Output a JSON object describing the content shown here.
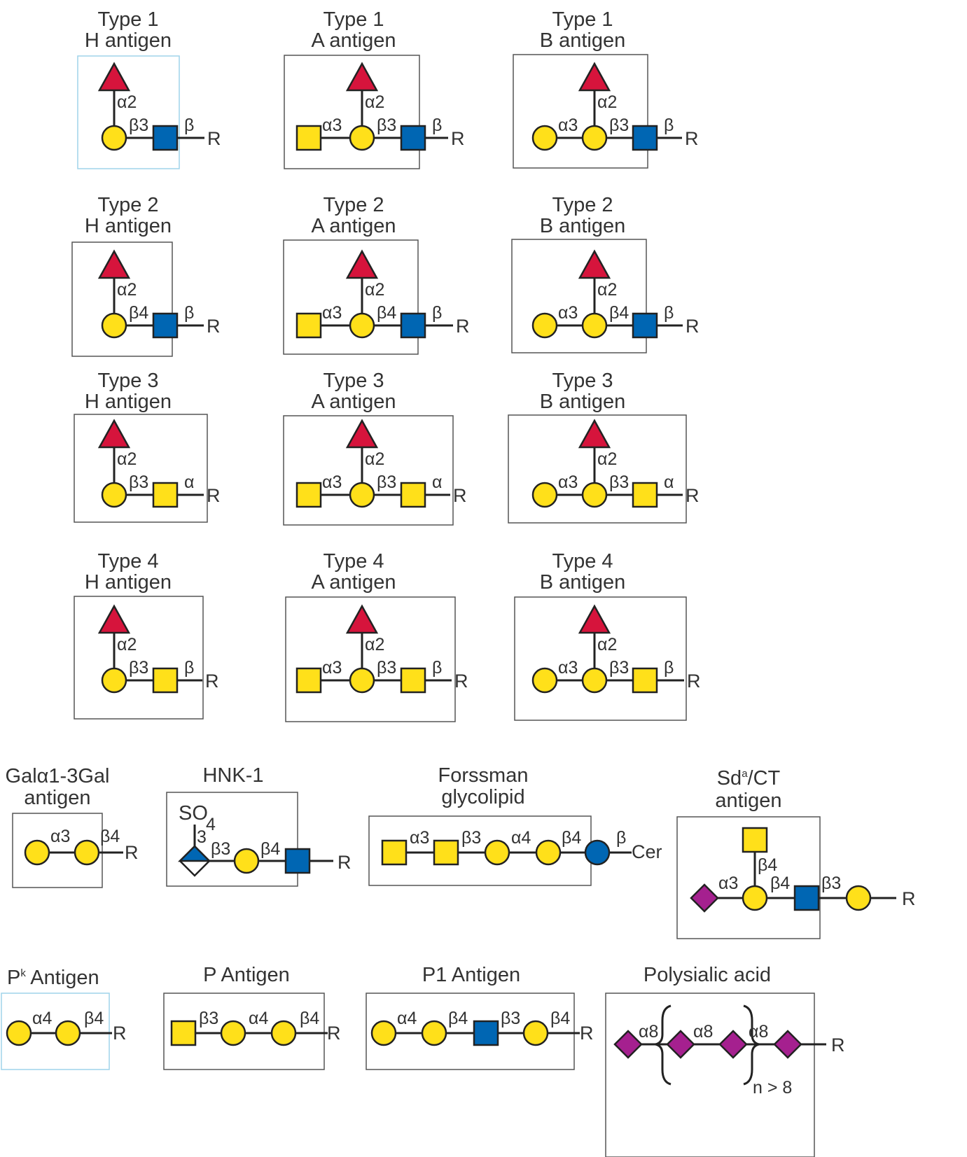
{
  "colors": {
    "galactose": "#ffe01a",
    "galnac": "#ffe01a",
    "glcnac": "#0066b3",
    "fucose": "#d6143c",
    "sialic_acid": "#a5208f",
    "glucose": "#0066b3",
    "stroke": "#222222",
    "box": "#555555",
    "box_highlight": "#9fd4ea"
  },
  "symbols": {
    "yellow_circle": "galactose",
    "yellow_square": "galnac",
    "blue_square": "glcnac",
    "red_triangle": "fucose",
    "purple_diamond": "sialic_acid",
    "blue_circle": "glucose",
    "split_diamond": "glcA"
  },
  "row_titles": {
    "type1": [
      "Type 1",
      "Type 1",
      "Type 1"
    ],
    "type2": [
      "Type 2",
      "Type 2",
      "Type 2"
    ],
    "type3": [
      "Type 3",
      "Type 3",
      "Type 3"
    ],
    "type4": [
      "Type 4",
      "Type 4",
      "Type 4"
    ]
  },
  "antigen_names": {
    "h": "H antigen",
    "a": "A  antigen",
    "b": "B antigen"
  },
  "chain_links": {
    "type1": {
      "fuc": "α2",
      "core": "β3",
      "reducing": "β"
    },
    "type2": {
      "fuc": "α2",
      "core": "β4",
      "reducing": "β"
    },
    "type3": {
      "fuc": "α2",
      "core": "β3",
      "reducing": "α"
    },
    "type4": {
      "fuc": "α2",
      "core": "β3",
      "reducing": "β"
    }
  },
  "ab_link": "α3",
  "terminal_r": "R",
  "others": {
    "galgal": {
      "title1": "Galα1-3Gal",
      "title2": "antigen",
      "links": [
        "α3",
        "β4"
      ],
      "terminal": "R"
    },
    "hnk1": {
      "title": "HNK-1",
      "so4": "SO",
      "so4_sub": "4",
      "links": [
        "3",
        "β3",
        "β4"
      ],
      "terminal": "R"
    },
    "forssman": {
      "title1": "Forssman",
      "title2": "glycolipid",
      "links": [
        "α3",
        "β3",
        "α4",
        "β4",
        "β"
      ],
      "terminal": "Cer"
    },
    "sda": {
      "title1_main": "Sd",
      "title1_sup": "a",
      "title1_rest": "/CT",
      "title2": "antigen",
      "links": [
        "β4",
        "α3",
        "β4",
        "β3"
      ],
      "terminal": "R"
    },
    "pk": {
      "title_main": "P",
      "title_sup": "k",
      "title_rest": " Antigen",
      "links": [
        "α4",
        "β4"
      ],
      "terminal": "R"
    },
    "p": {
      "title": "P Antigen",
      "links": [
        "β3",
        "α4",
        "β4"
      ],
      "terminal": "R"
    },
    "p1": {
      "title": "P1 Antigen",
      "links": [
        "α4",
        "β4",
        "β3",
        "β4"
      ],
      "terminal": "R"
    },
    "polysialic": {
      "title": "Polysialic acid",
      "links": [
        "α8",
        "α8",
        "α8"
      ],
      "repeat": "n > 8",
      "terminal": "R"
    }
  }
}
